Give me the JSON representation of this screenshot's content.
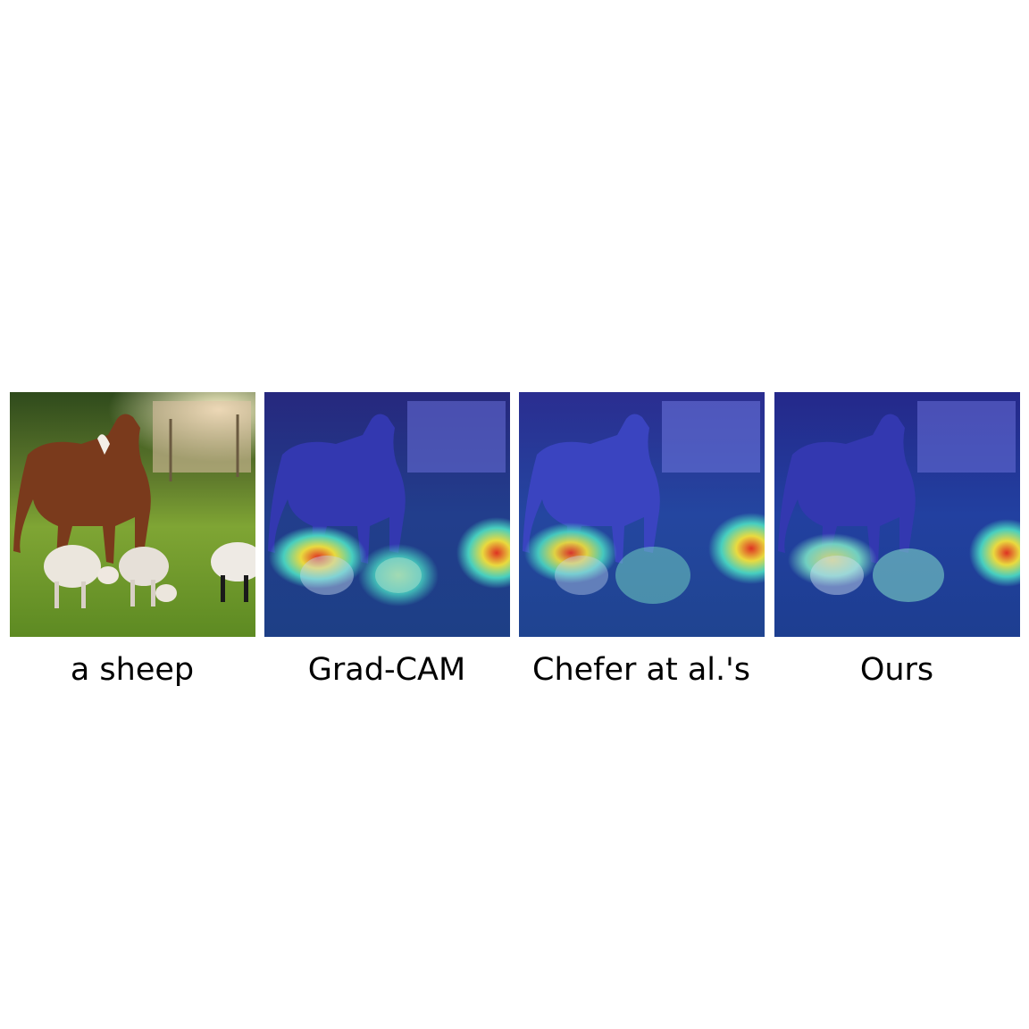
{
  "panels": [
    {
      "caption": "a sheep",
      "kind": "original photo"
    },
    {
      "caption": "Grad-CAM",
      "kind": "heatmap overlay"
    },
    {
      "caption": "Chefer at al.'s",
      "kind": "heatmap overlay"
    },
    {
      "caption": "Ours",
      "kind": "heatmap overlay"
    }
  ],
  "colors": {
    "grass": "#6f9a2a",
    "horse": "#7a3a1c",
    "sheep": "#e9e4dc",
    "overlay_base": "#1e2cc8",
    "heat_hot": "#e8321c",
    "heat_warm": "#f4e23a",
    "heat_cool": "#49d6c2"
  }
}
